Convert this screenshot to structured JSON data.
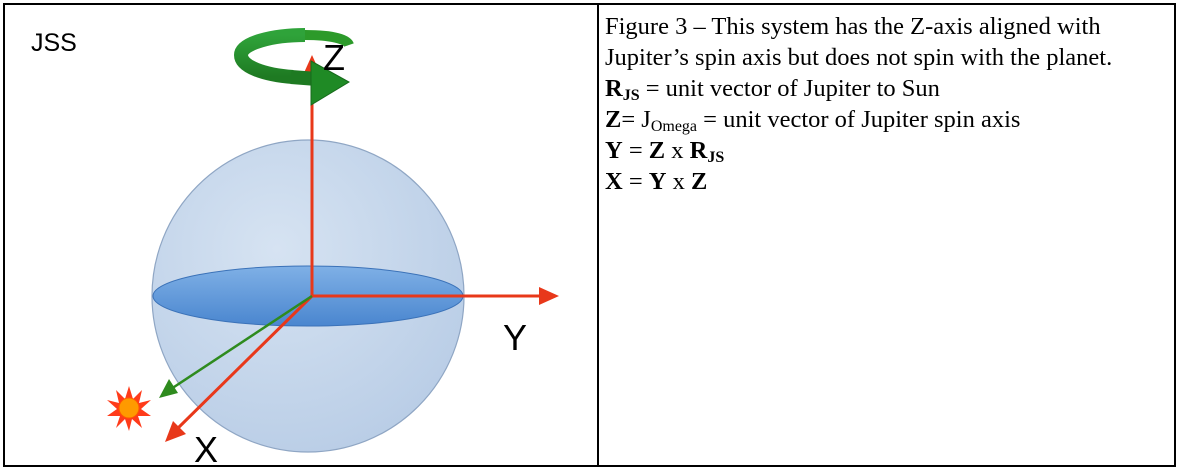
{
  "diagram": {
    "system_label": "JSS",
    "axis_z": "Z",
    "axis_y": "Y",
    "axis_x": "X",
    "colors": {
      "axis": "#e8381a",
      "sun_vector": "#2e8b1e",
      "rotation_arrow": "#2c9a2a",
      "sphere_fill": "#c9d9ec",
      "sphere_stroke": "#8fa6c4",
      "equator_fill": "#5f98d6",
      "sun": "#ff7a00"
    },
    "icons": {
      "sun": "sun-icon",
      "rotation": "rotation-arrow-icon"
    }
  },
  "caption": {
    "line1": "Figure 3 – This system has the Z-axis aligned with Jupiter’s spin axis but does not spin with the planet.",
    "r_symbol": "R",
    "r_sub": "JS",
    "r_def": " = unit vector of Jupiter to Sun",
    "z_symbol": "Z",
    "z_eq": "= J",
    "z_sub": "Omega",
    "z_def": " = unit vector of Jupiter spin axis",
    "y_symbol": "Y",
    "y_eq": " = ",
    "y_z": "Z",
    "y_x": " x ",
    "y_r": "R",
    "y_rsub": "JS",
    "x_symbol": "X",
    "x_eq": " = ",
    "x_y": "Y",
    "x_x": " x ",
    "x_z": "Z"
  }
}
